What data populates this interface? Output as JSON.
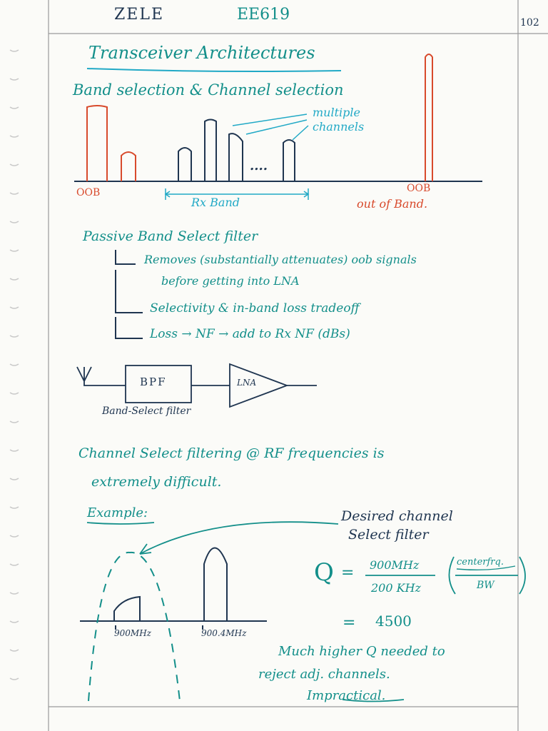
{
  "header": {
    "name": "ZELE",
    "course": "EE619",
    "page_number": "102"
  },
  "title": "Transceiver Architectures",
  "section1": {
    "heading": "Band selection & Channel selection",
    "multiple_channels": [
      "multiple",
      "channels"
    ],
    "dots": "....",
    "oob_left": "OOB",
    "rx_band": "Rx Band",
    "oob_right": "OOB",
    "out_of_band": "out of Band."
  },
  "filter_notes": {
    "heading": "Passive Band Select filter",
    "bullets": [
      "Removes (substantially attenuates) oob signals",
      "before getting into LNA",
      "Selectivity & in-band loss tradeoff",
      "Loss → NF → add to Rx NF   (dBs)"
    ]
  },
  "block_diagram": {
    "bpf": "BPF",
    "lna": "LNA",
    "caption": "Band-Select filter"
  },
  "channel_note": [
    "Channel Select filtering @ RF frequencies is",
    "extremely difficult."
  ],
  "example": {
    "label": "Example:",
    "desired_filter": [
      "Desired channel",
      "Select filter"
    ],
    "q_symbol": "Q",
    "equals": "=",
    "numerator": "900MHz",
    "denominator": "200 KHz",
    "ratio_num": "centerfrq.",
    "ratio_den": "BW",
    "equals2": "=",
    "result": "4500",
    "freq1": "900MHz",
    "freq2": "900.4MHz",
    "conclusion": [
      "Much higher Q needed to",
      "reject adj. channels.",
      "Impractical."
    ]
  },
  "colors": {
    "teal": "#138f8a",
    "dark": "#1f3550",
    "red": "#d84a2c",
    "cyan": "#21a9c6"
  }
}
